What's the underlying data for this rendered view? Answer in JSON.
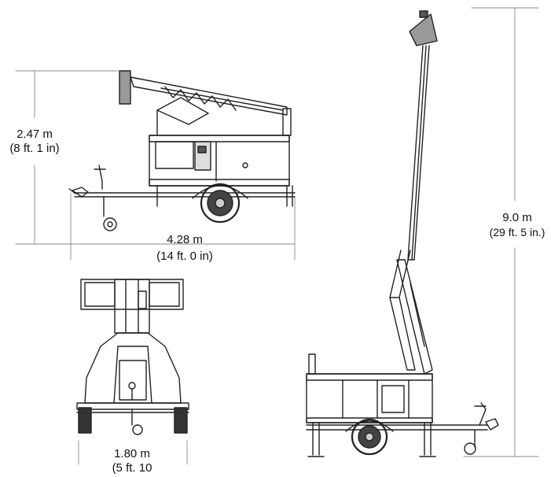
{
  "dimensions": {
    "height_stowed": {
      "metric": "2.47 m",
      "imperial": "(8 ft. 1 in)"
    },
    "length": {
      "metric": "4.28 m",
      "imperial": "(14 ft. 0 in)"
    },
    "height_raised": {
      "metric": "9.0 m",
      "imperial": "(29 ft. 5 in.)"
    },
    "width": {
      "metric": "1.80 m",
      "imperial": "(5 ft. 10"
    }
  }
}
